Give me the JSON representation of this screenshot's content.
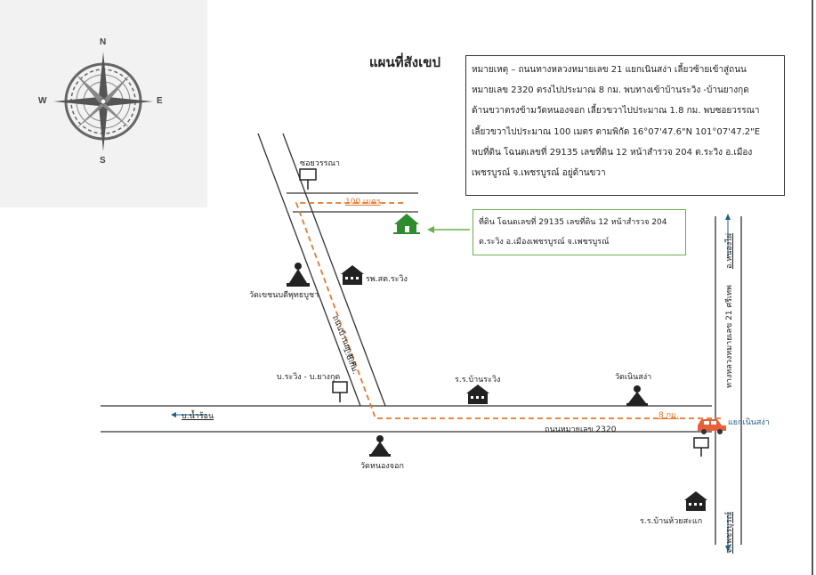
{
  "compass": {
    "north": "N",
    "south": "S",
    "east": "E",
    "west": "W"
  },
  "title": "แผนที่สังเขป",
  "description_lines": [
    "หมายเหตุ – ถนนทางหลวงหมายเลข 21 แยกเนินสง่า เลี้ยวซ้ายเข้าสู่ถนน",
    "หมายเลข 2320 ตรงไปประมาณ 8 กม. พบทางเข้าบ้านระวิง -บ้านยางกุด",
    "ด้านขวาตรงข้ามวัดหนองจอก เลี้ยวขวาไปประมาณ 1.8 กม. พบซอยวรรณา",
    "เลี้ยวขวาไปประมาณ 100 เมตร ตามพิกัด 16°07'47.6\"N 101°07'47.2\"E",
    "พบที่ดิน โฉนดเลขที่ 29135 เลขที่ดิน 12 หน้าสำรวจ 204 ต.ระวิง อ.เมือง",
    "เพชรบูรณ์ จ.เพชรบูรณ์ อยู่ด้านขวา"
  ],
  "plot_label_lines": [
    "ที่ดิน โฉนดเลขที่ 29135 เลขที่ดิน 12 หน้าสำรวจ 204",
    "ต.ระวิง อ.เมืองเพชรบูรณ์ จ.เพชรบูรณ์"
  ],
  "labels": {
    "soi_wanna": "ซอยวรรณา",
    "distance_100m": "100 เมตร",
    "hospital": "รพ.สต.ระวิง",
    "wat_left": "วัดเขชนบดีพุทธบูชา",
    "branch_road": "ถนนบ้านยางกุด",
    "distance_18km": "1.8 กม.",
    "sign_rawing": "บ.ระวิง - บ.ยางกุด",
    "to_namron": "บ.น้ำร้อน",
    "school_rawing": "ร.ร.บ้านระวิง",
    "wat_noen": "วัดเนินสง่า",
    "distance_8km": "8 กม.",
    "junction": "แยกเนินสง่า",
    "road_2320": "ถนนหมายเลข 2320",
    "wat_nongchok": "วัดหนองจอก",
    "school_huaisakae": "ร.ร.บ้านห้วยสะแก",
    "to_nongphai": "อ.หนองไผ่",
    "highway_21": "ทางหลวงหมายเลข 21 ศรีเทพ",
    "to_phetchabun": "จ.เพชรบูรณ์"
  },
  "colors": {
    "route": "#e07a2f",
    "plot_box": "#6ab04c",
    "house": "#2e8b2e",
    "car": "#e8603a",
    "arrow_blue": "#1f5f8b"
  }
}
